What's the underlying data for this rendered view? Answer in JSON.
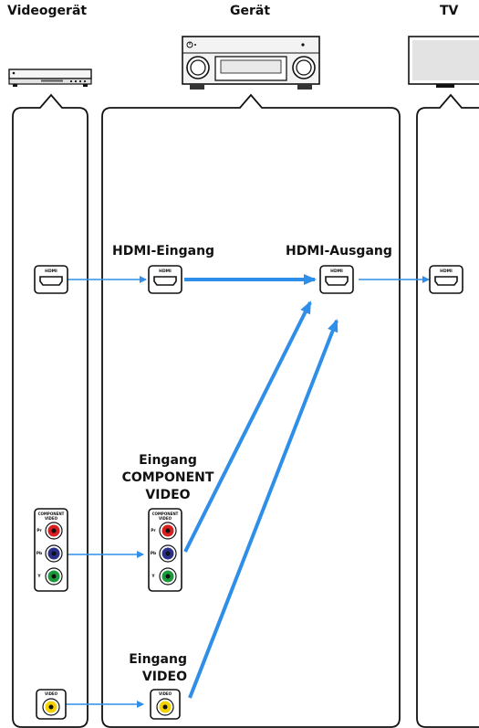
{
  "columns": {
    "source": "Videogerät",
    "unit": "Gerät",
    "tv": "TV"
  },
  "labels": {
    "hdmi_in": "HDMI-Eingang",
    "hdmi_out": "HDMI-Ausgang",
    "component_in_line1": "Eingang",
    "component_in_line2": "COMPONENT",
    "component_in_line3": "VIDEO",
    "video_in_line1": "Eingang",
    "video_in_line2": "VIDEO"
  },
  "jacks": {
    "hdmi": "HDMI",
    "component_l1": "COMPONENT",
    "component_l2": "VIDEO",
    "pr": "Pr",
    "pb": "Pb",
    "y": "Y",
    "video": "VIDEO"
  },
  "colors": {
    "arrow": "#2f8fe8",
    "panel_border": "#111111",
    "pr": "#d81e1e",
    "pb": "#2a2f8a",
    "y": "#1a9a3a",
    "video": "#f2d200"
  }
}
